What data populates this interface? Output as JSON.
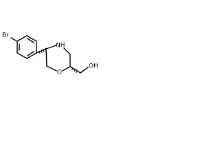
{
  "molecule": {
    "atoms": {
      "br": "Br",
      "nh": "NH",
      "o": "O",
      "oh": "OH"
    }
  }
}
